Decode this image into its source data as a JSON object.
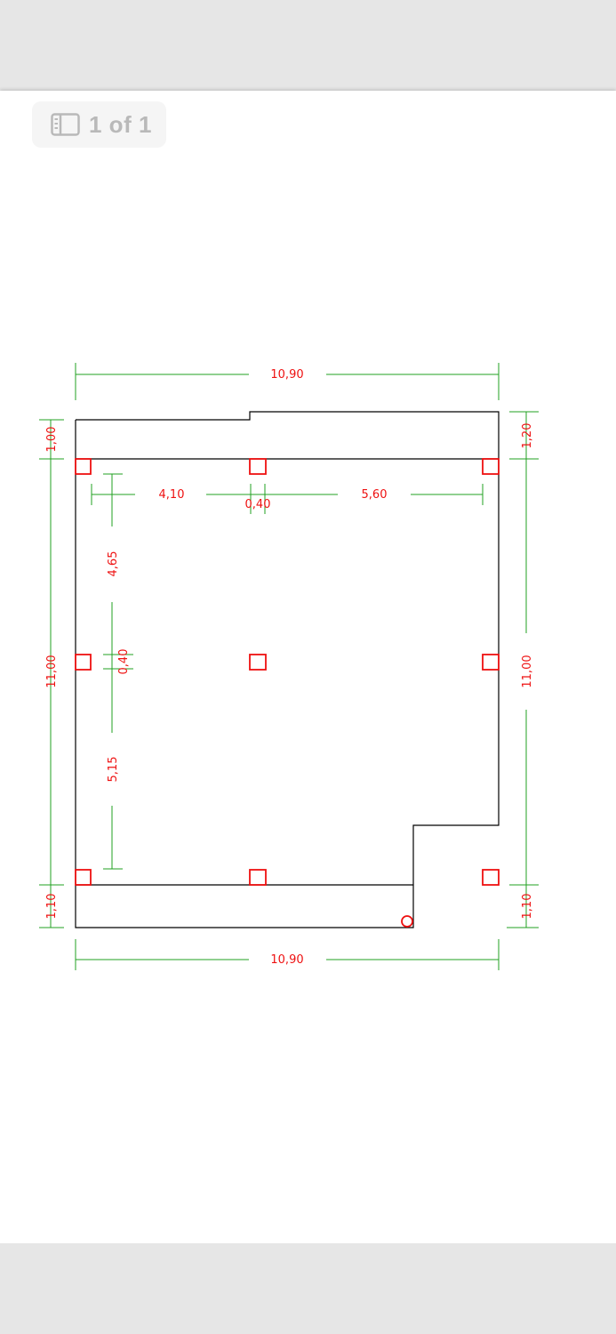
{
  "viewer": {
    "page_indicator": "1 of 1",
    "page_indicator_icon": "sidebar-panel-icon"
  },
  "drawing": {
    "colors": {
      "outline": "#000000",
      "dimension_lines": "#22a022",
      "dimension_text": "#e11111",
      "columns": "#e11111"
    },
    "dimensions": {
      "top_total": "10,90",
      "bottom_total": "10,90",
      "left_top": "1,00",
      "left_middle": "11,00",
      "left_bottom": "1,10",
      "right_top": "1,20",
      "right_middle": "11,00",
      "right_bottom": "1,10",
      "inner_h_left": "4,10",
      "inner_h_mid": "0,40",
      "inner_h_right": "5,60",
      "inner_v_top": "4,65",
      "inner_v_mid": "0,40",
      "inner_v_bottom": "5,15"
    }
  }
}
